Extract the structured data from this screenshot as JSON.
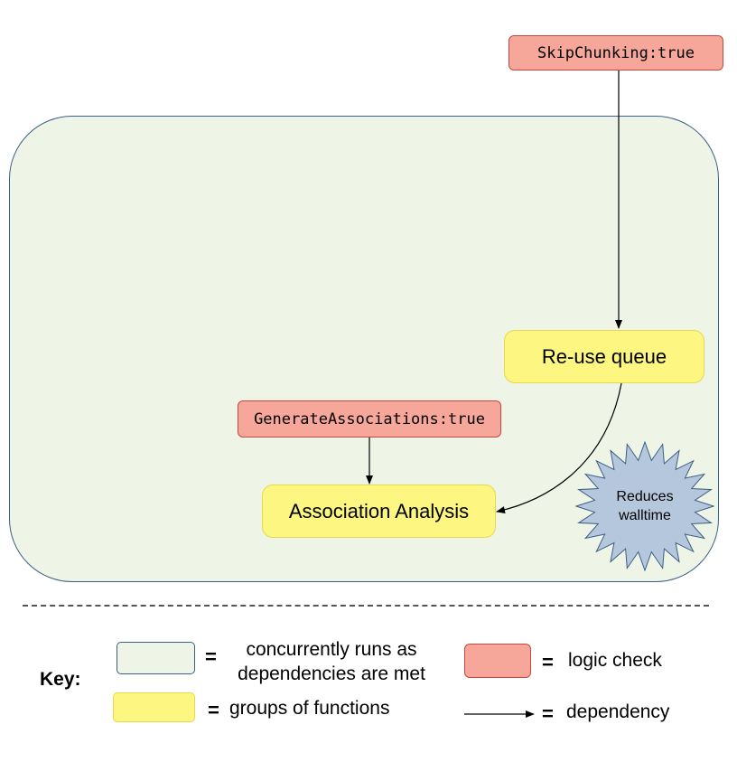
{
  "diagram": {
    "nodes": {
      "skip_chunking": "SkipChunking:true",
      "reuse_queue": "Re-use queue",
      "generate_associations": "GenerateAssociations:true",
      "association_analysis": "Association Analysis",
      "reduces_walltime_line1": "Reduces",
      "reduces_walltime_line2": "walltime"
    },
    "edges": [
      {
        "from": "SkipChunking:true",
        "to": "Re-use queue"
      },
      {
        "from": "GenerateAssociations:true",
        "to": "Association Analysis"
      },
      {
        "from": "Re-use queue",
        "to": "Association Analysis"
      }
    ]
  },
  "key": {
    "title": "Key:",
    "equals": "=",
    "container_line1": "concurrently runs as",
    "container_line2": "dependencies are met",
    "groups": "groups of functions",
    "logic": "logic check",
    "dependency": "dependency"
  },
  "colors": {
    "container_fill": "#eef5e6",
    "container_border": "#3d5f86",
    "group_fill": "#fdf680",
    "logic_fill": "#f6a79a",
    "burst_fill": "#b4c7dc"
  }
}
